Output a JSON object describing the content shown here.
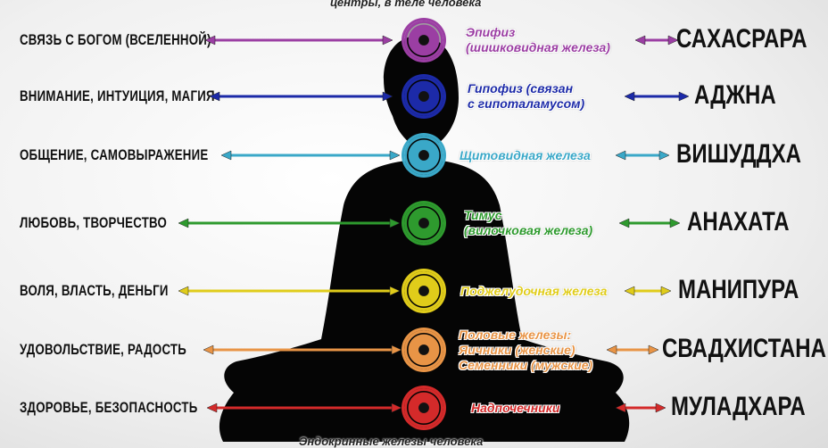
{
  "captions": {
    "top": "центры, в теле человека",
    "bottom": "Эндокринные железы человека"
  },
  "rows": [
    {
      "meaning": "СВЯЗЬ С БОГОМ (ВСЕЛЕННОЙ)",
      "gland": [
        "Эпифиз",
        "(шишковидная железа)"
      ],
      "chakra": "САХАСРАРА",
      "color": "#9b3ea3",
      "icon": "sahasrara-lotus-icon"
    },
    {
      "meaning": "ВНИМАНИЕ, ИНТУИЦИЯ, МАГИЯ",
      "gland": [
        "Гипофиз (связан",
        "с гипоталамусом)"
      ],
      "chakra": "АДЖНА",
      "color": "#1c2aa8",
      "icon": "ajna-eye-icon"
    },
    {
      "meaning": "ОБЩЕНИЕ, САМОВЫРАЖЕНИЕ",
      "gland": [
        "Щитовидная железа"
      ],
      "chakra": "ВИШУДДХА",
      "color": "#3aa8c8",
      "icon": "vishuddha-icon"
    },
    {
      "meaning": "ЛЮБОВЬ, ТВОРЧЕСТВО",
      "gland": [
        "Тимус",
        "(вилочковая железа)"
      ],
      "chakra": "АНАХАТА",
      "color": "#2e9a2e",
      "icon": "anahata-star-icon"
    },
    {
      "meaning": "ВОЛЯ, ВЛАСТЬ, ДЕНЬГИ",
      "gland": [
        "Поджелудочная железа"
      ],
      "chakra": "МАНИПУРА",
      "color": "#e0cc1a",
      "icon": "manipura-triangle-icon"
    },
    {
      "meaning": "УДОВОЛЬСТВИЕ, РАДОСТЬ",
      "gland": [
        "Половые железы:",
        "Яичники (женские)",
        "Семенники (мужские)"
      ],
      "chakra": "СВАДХИСТАНА",
      "color": "#e89446",
      "icon": "svadhisthana-crescent-icon"
    },
    {
      "meaning": "ЗДОРОВЬЕ, БЕЗОПАСНОСТЬ",
      "gland": [
        "Надпочечники"
      ],
      "chakra": "МУЛАДХАРА",
      "color": "#d42a2a",
      "icon": "muladhara-square-icon"
    }
  ]
}
